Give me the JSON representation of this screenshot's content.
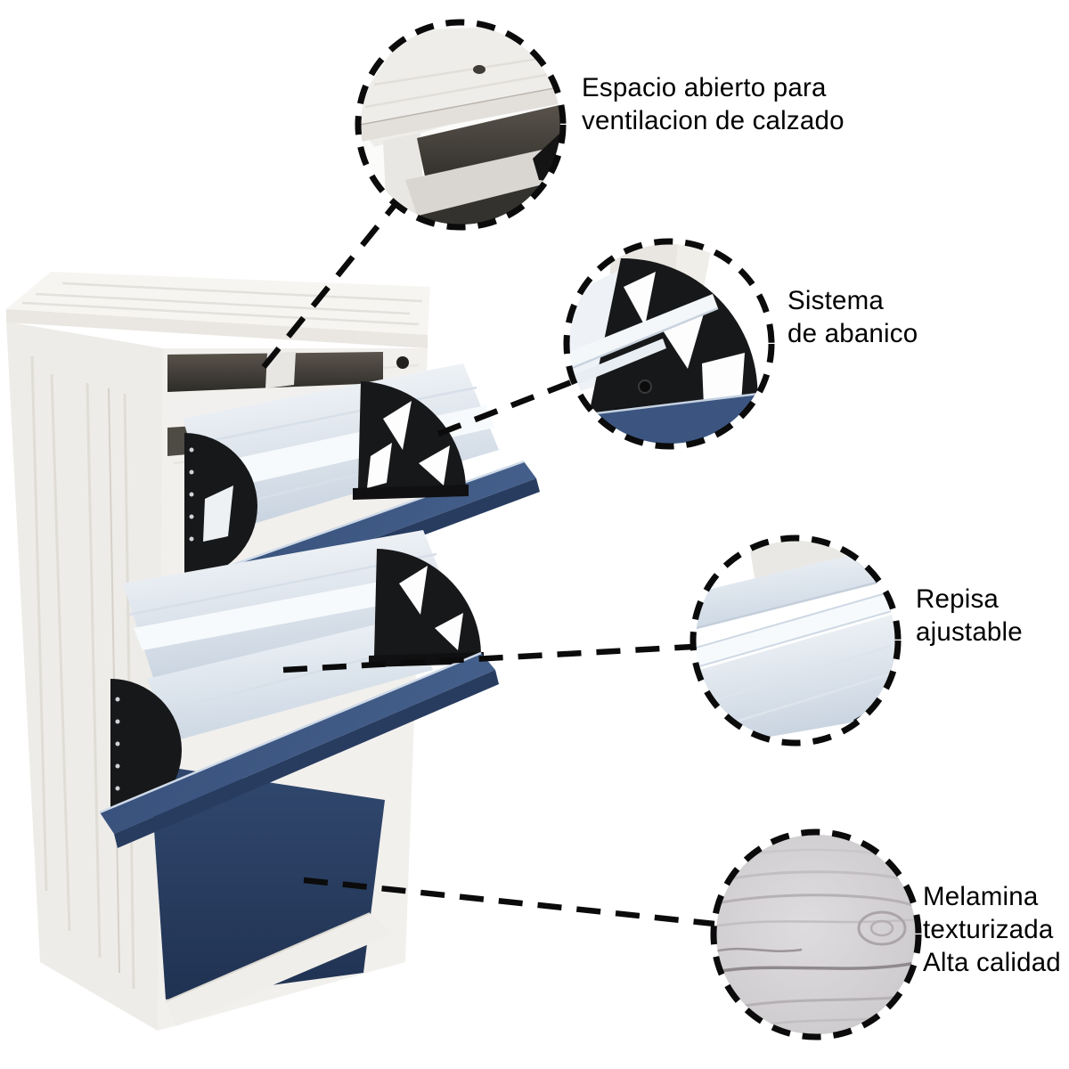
{
  "figure": {
    "kind": "annotated-product-photo",
    "subject": "two-drawer fold-out shoe cabinet"
  },
  "callouts": [
    {
      "id": "ventilation",
      "lines": [
        "Espacio abierto para",
        "ventilacion de calzado"
      ],
      "detail_image": "cabinet-top-opening-photo"
    },
    {
      "id": "fan-system",
      "lines": [
        "Sistema",
        "de abanico"
      ],
      "detail_image": "fan-hinge-mechanism-photo"
    },
    {
      "id": "adjustable-shelf",
      "lines": [
        "Repisa",
        "ajustable"
      ],
      "detail_image": "white-shelf-panels-photo"
    },
    {
      "id": "melamine",
      "lines": [
        "Melamina",
        "texturizada",
        "Alta calidad"
      ],
      "detail_image": "gray-melamine-texture-photo"
    }
  ],
  "colors": {
    "background": "#ffffff",
    "cabinet_wood": "#f0eeeb",
    "drawer_blue": "#3c557e",
    "drawer_blue_edge": "#283c60",
    "bracket_black": "#17181a",
    "annotation_black": "#0b0b0b"
  }
}
